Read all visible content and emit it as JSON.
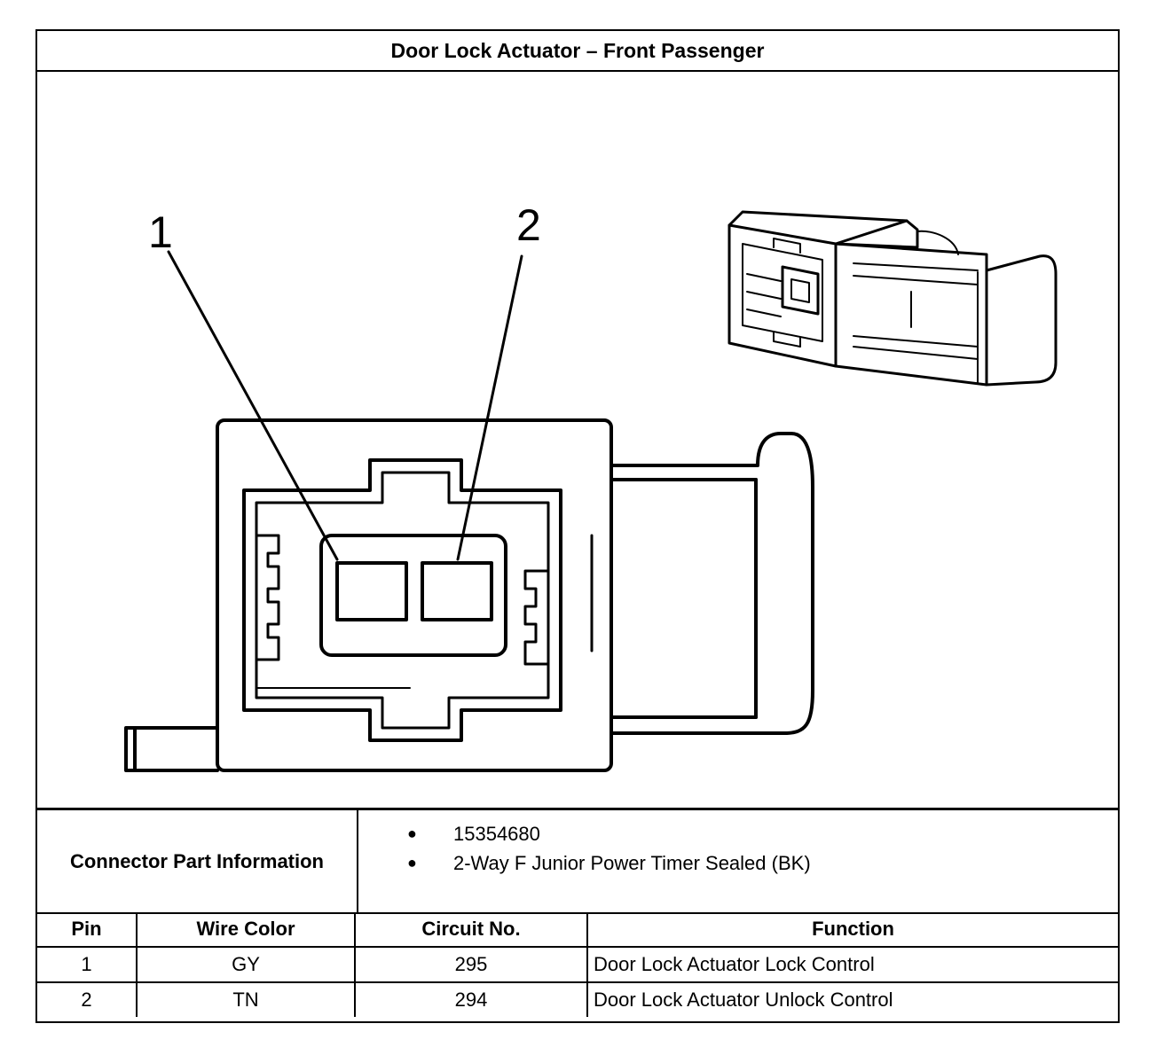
{
  "title": "Door Lock Actuator – Front Passenger",
  "diagram": {
    "callouts": [
      "1",
      "2"
    ]
  },
  "connector_part_information": {
    "label": "Connector Part Information",
    "items": [
      "15354680",
      "2-Way F Junior Power Timer Sealed (BK)"
    ]
  },
  "pin_table": {
    "headers": [
      "Pin",
      "Wire Color",
      "Circuit No.",
      "Function"
    ],
    "rows": [
      [
        "1",
        "GY",
        "295",
        "Door Lock Actuator Lock Control"
      ],
      [
        "2",
        "TN",
        "294",
        "Door Lock Actuator Unlock Control"
      ]
    ]
  }
}
